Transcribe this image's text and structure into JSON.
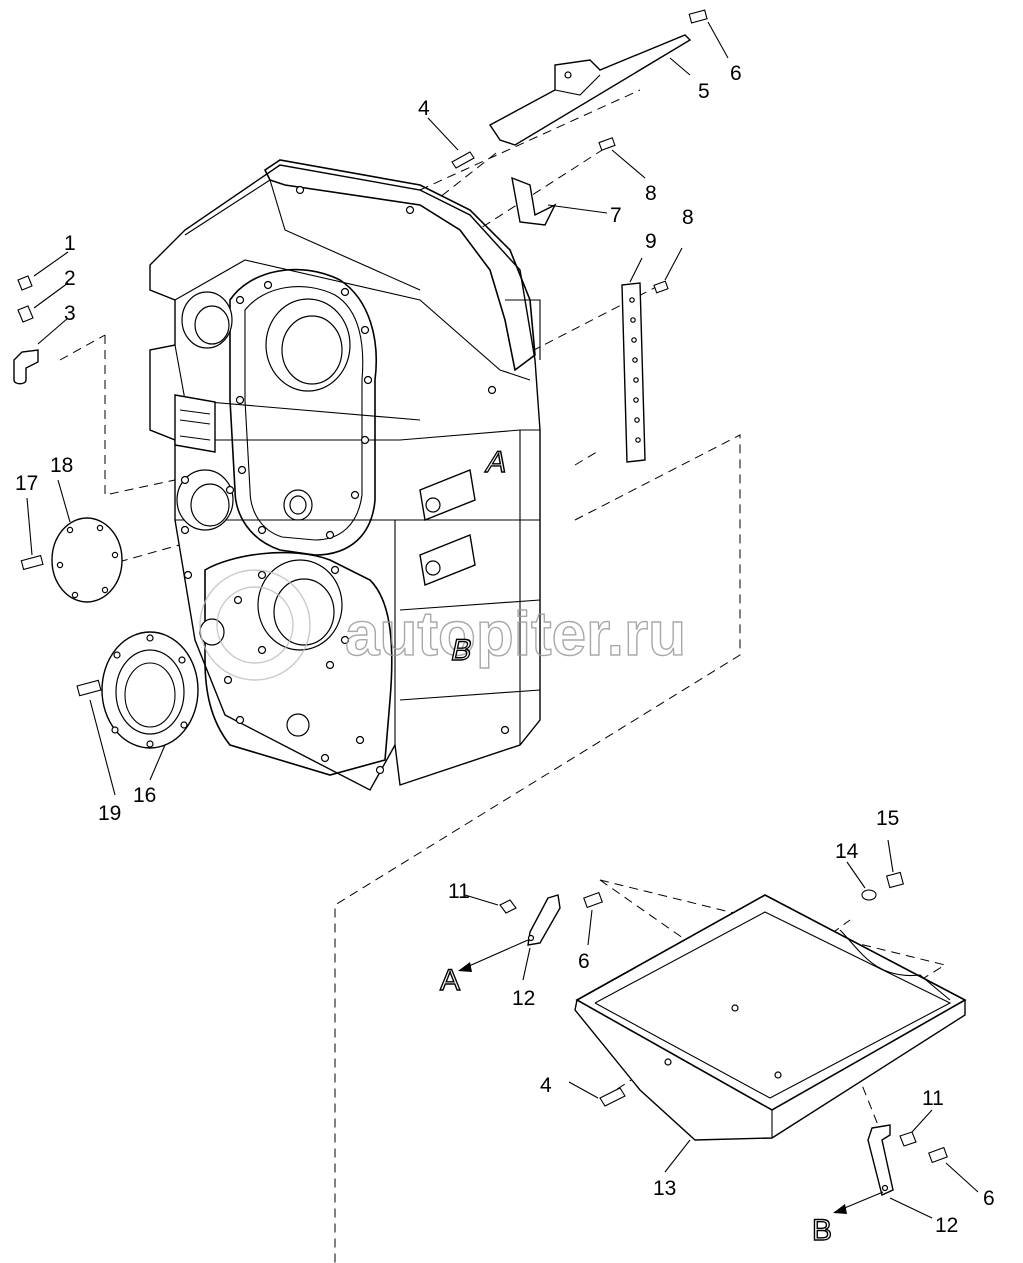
{
  "labels": {
    "l1": "1",
    "l2": "2",
    "l3": "3",
    "l4a": "4",
    "l5": "5",
    "l6a": "6",
    "l7": "7",
    "l8a": "8",
    "l8b": "8",
    "l9": "9",
    "l11a": "11",
    "l11b": "11",
    "l12a": "12",
    "l12b": "12",
    "l13": "13",
    "l14": "14",
    "l15": "15",
    "l16": "16",
    "l17": "17",
    "l18": "18",
    "l19": "19",
    "l4b": "4",
    "l6b": "6",
    "l6c": "6"
  },
  "refs": {
    "a1": "A",
    "b1": "B",
    "a2": "A",
    "b2": "B"
  },
  "watermark": "autopiter.ru"
}
